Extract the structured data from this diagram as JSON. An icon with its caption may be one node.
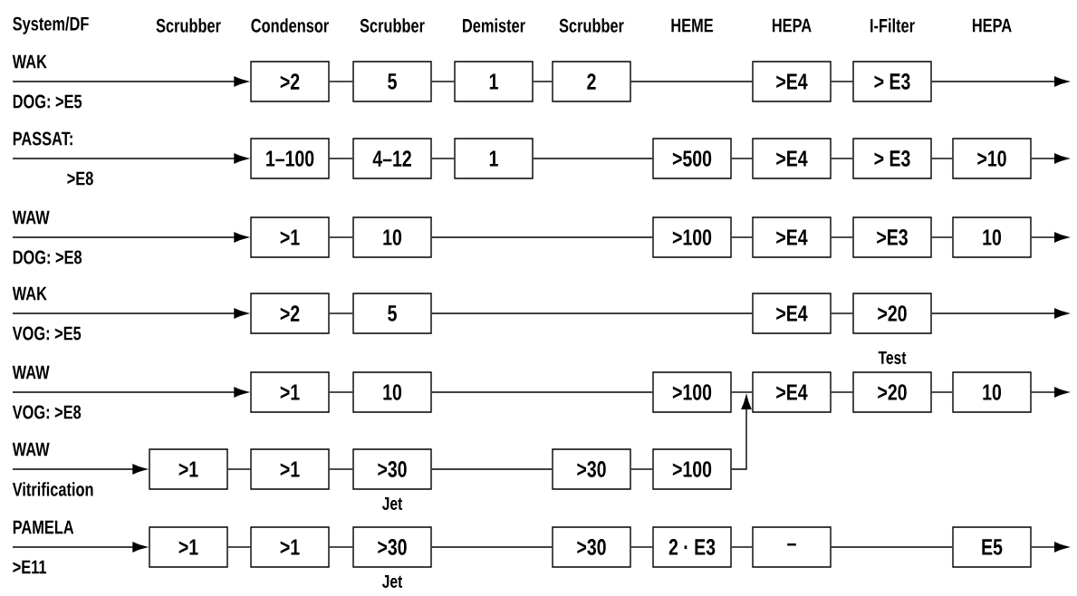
{
  "diagram": {
    "nodes": [
      {
        "text": [
          ">2"
        ]
      },
      {
        "text": [
          "5"
        ]
      },
      {
        "text": [
          "1"
        ]
      },
      {
        "text": [
          "2"
        ]
      },
      {
        "text": [
          ">E4"
        ]
      },
      {
        "text": [
          "> E3"
        ]
      },
      {
        "text": [
          "1–100"
        ]
      },
      {
        "text": [
          "4–12"
        ]
      },
      {
        "text": [
          "1"
        ]
      },
      {
        "text": [
          ">500"
        ]
      },
      {
        "text": [
          ">E4"
        ]
      },
      {
        "text": [
          "> E3"
        ]
      },
      {
        "text": [
          ">10"
        ]
      },
      {
        "text": [
          ">1"
        ]
      },
      {
        "text": [
          "10"
        ]
      },
      {
        "text": [
          ">100"
        ]
      },
      {
        "text": [
          ">E4"
        ]
      },
      {
        "text": [
          ">E3"
        ]
      },
      {
        "text": [
          "10"
        ]
      },
      {
        "text": [
          ">2"
        ]
      },
      {
        "text": [
          "5"
        ]
      },
      {
        "text": [
          ">E4"
        ]
      },
      {
        "text": [
          ">20"
        ]
      },
      {
        "text": [
          ">1"
        ]
      },
      {
        "text": [
          "10"
        ]
      },
      {
        "text": [
          ">100"
        ]
      },
      {
        "text": [
          ">E4"
        ]
      },
      {
        "text": [
          ">20"
        ],
        "beside": [
          "Test"
        ]
      },
      {
        "text": [
          "10"
        ]
      },
      {
        "text": [
          ">1"
        ]
      },
      {
        "text": [
          ">1"
        ]
      },
      {
        "text": [
          ">30"
        ],
        "beside": [
          "Jet"
        ]
      },
      {
        "text": [
          ">30"
        ]
      },
      {
        "text": [
          ">100"
        ]
      },
      {
        "text": [
          ">1"
        ]
      },
      {
        "text": [
          ">1"
        ]
      },
      {
        "text": [
          ">30"
        ],
        "beside": [
          "Jet"
        ]
      },
      {
        "text": [
          ">30"
        ]
      },
      {
        "text": [
          "2 · E3"
        ]
      },
      {
        "text": [
          "–"
        ]
      },
      {
        "text": [
          "E5"
        ]
      }
    ],
    "edges": [
      {
        "from": null,
        "to": 0,
        "arrow": "to"
      },
      {
        "from": 0,
        "to": 1,
        "arrow": "none"
      },
      {
        "from": 1,
        "to": 2,
        "arrow": "none"
      },
      {
        "from": 2,
        "to": 3,
        "arrow": "none"
      },
      {
        "from": 3,
        "to": 4,
        "arrow": "none"
      },
      {
        "from": 4,
        "to": 5,
        "arrow": "none"
      },
      {
        "from": 5,
        "to": null,
        "arrow": "to"
      },
      {
        "from": null,
        "to": 6,
        "arrow": "to"
      },
      {
        "from": 6,
        "to": 7,
        "arrow": "none"
      },
      {
        "from": 7,
        "to": 8,
        "arrow": "none"
      },
      {
        "from": 8,
        "to": 9,
        "arrow": "none"
      },
      {
        "from": 9,
        "to": 10,
        "arrow": "none"
      },
      {
        "from": 10,
        "to": 11,
        "arrow": "none"
      },
      {
        "from": 11,
        "to": 12,
        "arrow": "none"
      },
      {
        "from": 12,
        "to": null,
        "arrow": "to"
      },
      {
        "from": null,
        "to": 13,
        "arrow": "to"
      },
      {
        "from": 13,
        "to": 14,
        "arrow": "none"
      },
      {
        "from": 14,
        "to": 15,
        "arrow": "none"
      },
      {
        "from": 15,
        "to": 16,
        "arrow": "none"
      },
      {
        "from": 16,
        "to": 17,
        "arrow": "none"
      },
      {
        "from": 17,
        "to": 18,
        "arrow": "none"
      },
      {
        "from": 18,
        "to": null,
        "arrow": "to"
      },
      {
        "from": null,
        "to": 19,
        "arrow": "to"
      },
      {
        "from": 19,
        "to": 20,
        "arrow": "none"
      },
      {
        "from": 20,
        "to": 21,
        "arrow": "none"
      },
      {
        "from": 21,
        "to": 22,
        "arrow": "none"
      },
      {
        "from": 22,
        "to": null,
        "arrow": "to"
      },
      {
        "from": null,
        "to": 23,
        "arrow": "to"
      },
      {
        "from": 23,
        "to": 24,
        "arrow": "none"
      },
      {
        "from": 24,
        "to": 25,
        "arrow": "none"
      },
      {
        "from": 25,
        "to": 26,
        "arrow": "none"
      },
      {
        "from": 26,
        "to": 27,
        "arrow": "none"
      },
      {
        "from": 27,
        "to": 28,
        "arrow": "none"
      },
      {
        "from": 28,
        "to": null,
        "arrow": "to"
      },
      {
        "from": null,
        "to": 29,
        "arrow": "to"
      },
      {
        "from": 29,
        "to": 30,
        "arrow": "none"
      },
      {
        "from": 30,
        "to": 31,
        "arrow": "none"
      },
      {
        "from": 31,
        "to": 32,
        "arrow": "none"
      },
      {
        "from": 32,
        "to": 33,
        "arrow": "none"
      },
      {
        "from": 33,
        "to": 26,
        "arrow": "to"
      },
      {
        "from": null,
        "to": 34,
        "arrow": "to"
      },
      {
        "from": 34,
        "to": 35,
        "arrow": "none"
      },
      {
        "from": 35,
        "to": 36,
        "arrow": "none"
      },
      {
        "from": 36,
        "to": 37,
        "arrow": "none"
      },
      {
        "from": 37,
        "to": 38,
        "arrow": "none"
      },
      {
        "from": 38,
        "to": 39,
        "arrow": "none"
      },
      {
        "from": 39,
        "to": 40,
        "arrow": "none"
      },
      {
        "from": 40,
        "to": null,
        "arrow": "to"
      }
    ],
    "labels": [
      "System/DF",
      "Scrubber",
      "Condensor",
      "Scrubber",
      "Demister",
      "Scrubber",
      "HEME",
      "HEPA",
      "I-Filter",
      "HEPA",
      "WAK",
      "DOG: >E5",
      "PASSAT:",
      ">E8",
      "WAW",
      "DOG: >E8",
      "WAK",
      "VOG: >E5",
      "WAW",
      "VOG: >E8",
      "WAW",
      "Vitrification",
      "PAMELA",
      ">E11"
    ]
  }
}
